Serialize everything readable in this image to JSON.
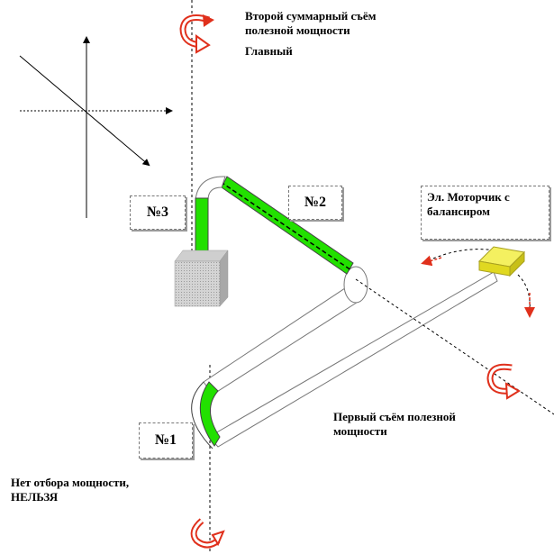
{
  "labels": {
    "second_takeoff": "Второй суммарный съём\nполезной мощности",
    "main": "Главный",
    "motor": "Эл. Моторчик с\nбалансиром",
    "first_takeoff": "Первый съём  полезной\nмощности",
    "no_takeoff": "Нет отбора  мощности,\nНЕЛЬЗЯ"
  },
  "boxes": {
    "no3": "№3",
    "no2": "№2",
    "no1": "№1"
  },
  "colors": {
    "green": "#22e000",
    "yellow": "#e8e020",
    "red": "#e0301c",
    "gray": "#b8b8b8"
  }
}
